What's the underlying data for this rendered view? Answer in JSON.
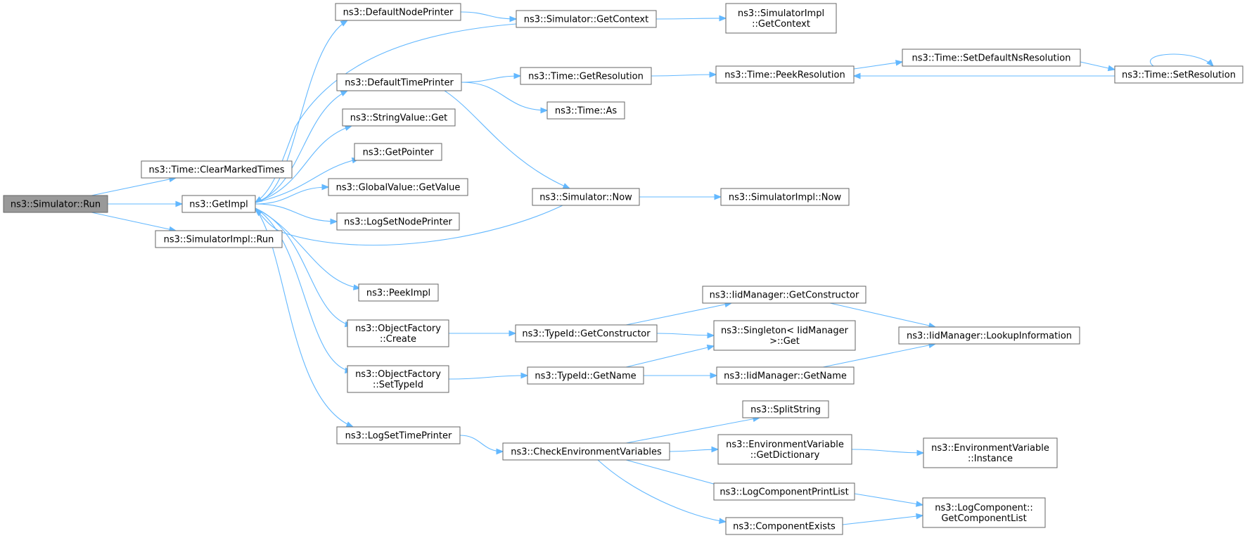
{
  "graph": {
    "title": "",
    "nodes": [
      {
        "id": "run",
        "lines": [
          "ns3::Simulator::Run"
        ],
        "root": true
      },
      {
        "id": "clearMarked",
        "lines": [
          "ns3::Time::ClearMarkedTimes"
        ]
      },
      {
        "id": "getImpl",
        "lines": [
          "ns3::GetImpl"
        ]
      },
      {
        "id": "simImplRun",
        "lines": [
          "ns3::SimulatorImpl::Run"
        ]
      },
      {
        "id": "defNodePrinter",
        "lines": [
          "ns3::DefaultNodePrinter"
        ]
      },
      {
        "id": "defTimePrinter",
        "lines": [
          "ns3::DefaultTimePrinter"
        ]
      },
      {
        "id": "stringValueGet",
        "lines": [
          "ns3::StringValue::Get"
        ]
      },
      {
        "id": "getPointer",
        "lines": [
          "ns3::GetPointer"
        ]
      },
      {
        "id": "globalValueGet",
        "lines": [
          "ns3::GlobalValue::GetValue"
        ]
      },
      {
        "id": "logSetNodePrinter",
        "lines": [
          "ns3::LogSetNodePrinter"
        ]
      },
      {
        "id": "peekImpl",
        "lines": [
          "ns3::PeekImpl"
        ]
      },
      {
        "id": "ofCreate",
        "lines": [
          "ns3::ObjectFactory",
          "::Create"
        ]
      },
      {
        "id": "ofSetTypeId",
        "lines": [
          "ns3::ObjectFactory",
          "::SetTypeId"
        ]
      },
      {
        "id": "logSetTimePrinter",
        "lines": [
          "ns3::LogSetTimePrinter"
        ]
      },
      {
        "id": "simGetContext",
        "lines": [
          "ns3::Simulator::GetContext"
        ]
      },
      {
        "id": "timeGetRes",
        "lines": [
          "ns3::Time::GetResolution"
        ]
      },
      {
        "id": "timeAs",
        "lines": [
          "ns3::Time::As"
        ]
      },
      {
        "id": "simNow",
        "lines": [
          "ns3::Simulator::Now"
        ]
      },
      {
        "id": "typeIdGetCtor",
        "lines": [
          "ns3::TypeId::GetConstructor"
        ]
      },
      {
        "id": "typeIdGetName",
        "lines": [
          "ns3::TypeId::GetName"
        ]
      },
      {
        "id": "checkEnv",
        "lines": [
          "ns3::CheckEnvironmentVariables"
        ]
      },
      {
        "id": "simImplGetContext",
        "lines": [
          "ns3::SimulatorImpl",
          "::GetContext"
        ]
      },
      {
        "id": "timePeekRes",
        "lines": [
          "ns3::Time::PeekResolution"
        ]
      },
      {
        "id": "simImplNow",
        "lines": [
          "ns3::SimulatorImpl::Now"
        ]
      },
      {
        "id": "iidGetCtor",
        "lines": [
          "ns3::IidManager::GetConstructor"
        ]
      },
      {
        "id": "singletonGet",
        "lines": [
          "ns3::Singleton< IidManager",
          ">::Get"
        ]
      },
      {
        "id": "iidGetName",
        "lines": [
          "ns3::IidManager::GetName"
        ]
      },
      {
        "id": "splitString",
        "lines": [
          "ns3::SplitString"
        ]
      },
      {
        "id": "envGetDict",
        "lines": [
          "ns3::EnvironmentVariable",
          "::GetDictionary"
        ]
      },
      {
        "id": "logCompPrintList",
        "lines": [
          "ns3::LogComponentPrintList"
        ]
      },
      {
        "id": "compExists",
        "lines": [
          "ns3::ComponentExists"
        ]
      },
      {
        "id": "timeSetDefNs",
        "lines": [
          "ns3::Time::SetDefaultNsResolution"
        ]
      },
      {
        "id": "timeSetRes",
        "lines": [
          "ns3::Time::SetResolution"
        ]
      },
      {
        "id": "iidLookup",
        "lines": [
          "ns3::IidManager::LookupInformation"
        ]
      },
      {
        "id": "envInstance",
        "lines": [
          "ns3::EnvironmentVariable",
          "::Instance"
        ]
      },
      {
        "id": "logCompGetList",
        "lines": [
          "ns3::LogComponent::",
          "GetComponentList"
        ]
      }
    ],
    "edges": [
      {
        "from": "run",
        "to": "clearMarked"
      },
      {
        "from": "run",
        "to": "getImpl"
      },
      {
        "from": "run",
        "to": "simImplRun"
      },
      {
        "from": "getImpl",
        "to": "defNodePrinter"
      },
      {
        "from": "getImpl",
        "to": "defTimePrinter"
      },
      {
        "from": "getImpl",
        "to": "stringValueGet"
      },
      {
        "from": "getImpl",
        "to": "getPointer"
      },
      {
        "from": "getImpl",
        "to": "globalValueGet"
      },
      {
        "from": "getImpl",
        "to": "logSetNodePrinter"
      },
      {
        "from": "getImpl",
        "to": "peekImpl"
      },
      {
        "from": "getImpl",
        "to": "ofCreate"
      },
      {
        "from": "getImpl",
        "to": "ofSetTypeId"
      },
      {
        "from": "getImpl",
        "to": "logSetTimePrinter"
      },
      {
        "from": "defNodePrinter",
        "to": "simGetContext"
      },
      {
        "from": "simGetContext",
        "to": "getImpl"
      },
      {
        "from": "simGetContext",
        "to": "simImplGetContext"
      },
      {
        "from": "defTimePrinter",
        "to": "timeGetRes"
      },
      {
        "from": "defTimePrinter",
        "to": "timeAs"
      },
      {
        "from": "defTimePrinter",
        "to": "simNow"
      },
      {
        "from": "timeGetRes",
        "to": "timePeekRes"
      },
      {
        "from": "timePeekRes",
        "to": "timeSetDefNs"
      },
      {
        "from": "timeSetDefNs",
        "to": "timeSetRes"
      },
      {
        "from": "timeSetRes",
        "to": "timePeekRes"
      },
      {
        "from": "timeSetRes",
        "to": "timeSetRes"
      },
      {
        "from": "simNow",
        "to": "getImpl"
      },
      {
        "from": "simNow",
        "to": "simImplNow"
      },
      {
        "from": "ofCreate",
        "to": "typeIdGetCtor"
      },
      {
        "from": "typeIdGetCtor",
        "to": "iidGetCtor"
      },
      {
        "from": "typeIdGetCtor",
        "to": "singletonGet"
      },
      {
        "from": "iidGetCtor",
        "to": "iidLookup"
      },
      {
        "from": "ofSetTypeId",
        "to": "typeIdGetName"
      },
      {
        "from": "typeIdGetName",
        "to": "singletonGet"
      },
      {
        "from": "typeIdGetName",
        "to": "iidGetName"
      },
      {
        "from": "iidGetName",
        "to": "iidLookup"
      },
      {
        "from": "logSetTimePrinter",
        "to": "checkEnv"
      },
      {
        "from": "checkEnv",
        "to": "splitString"
      },
      {
        "from": "checkEnv",
        "to": "envGetDict"
      },
      {
        "from": "checkEnv",
        "to": "logCompPrintList"
      },
      {
        "from": "checkEnv",
        "to": "compExists"
      },
      {
        "from": "envGetDict",
        "to": "envInstance"
      },
      {
        "from": "logCompPrintList",
        "to": "logCompGetList"
      },
      {
        "from": "compExists",
        "to": "logCompGetList"
      }
    ]
  }
}
